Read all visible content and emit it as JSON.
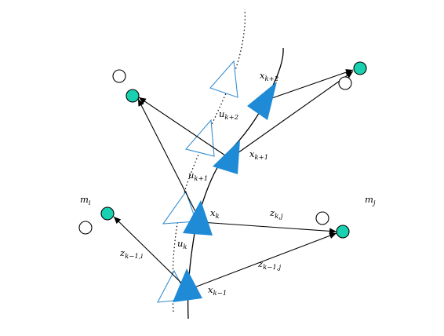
{
  "labels": {
    "x_k_minus_1": {
      "base": "x",
      "sub": "k−1"
    },
    "x_k": {
      "base": "x",
      "sub": "k"
    },
    "x_k_plus_1": {
      "base": "x",
      "sub": "k+1"
    },
    "x_k_plus_2": {
      "base": "x",
      "sub": "k+2"
    },
    "u_k": {
      "base": "u",
      "sub": "k"
    },
    "u_k_plus_1": {
      "base": "u",
      "sub": "k+1"
    },
    "u_k_plus_2": {
      "base": "u",
      "sub": "k+2"
    },
    "z_k_minus_1_i": {
      "base": "z",
      "sub": "k−1,i"
    },
    "z_k_minus_1_j": {
      "base": "z",
      "sub": "k−1,j"
    },
    "z_k_j": {
      "base": "z",
      "sub": "k,j"
    },
    "m_i": {
      "base": "m",
      "sub": "i"
    },
    "m_j": {
      "base": "m",
      "sub": "j"
    }
  },
  "colors": {
    "robot_fill": "#1f8ad6",
    "robot_outline": "#3a8fd0",
    "landmark_fill": "#19d1b0",
    "line": "#000000"
  }
}
